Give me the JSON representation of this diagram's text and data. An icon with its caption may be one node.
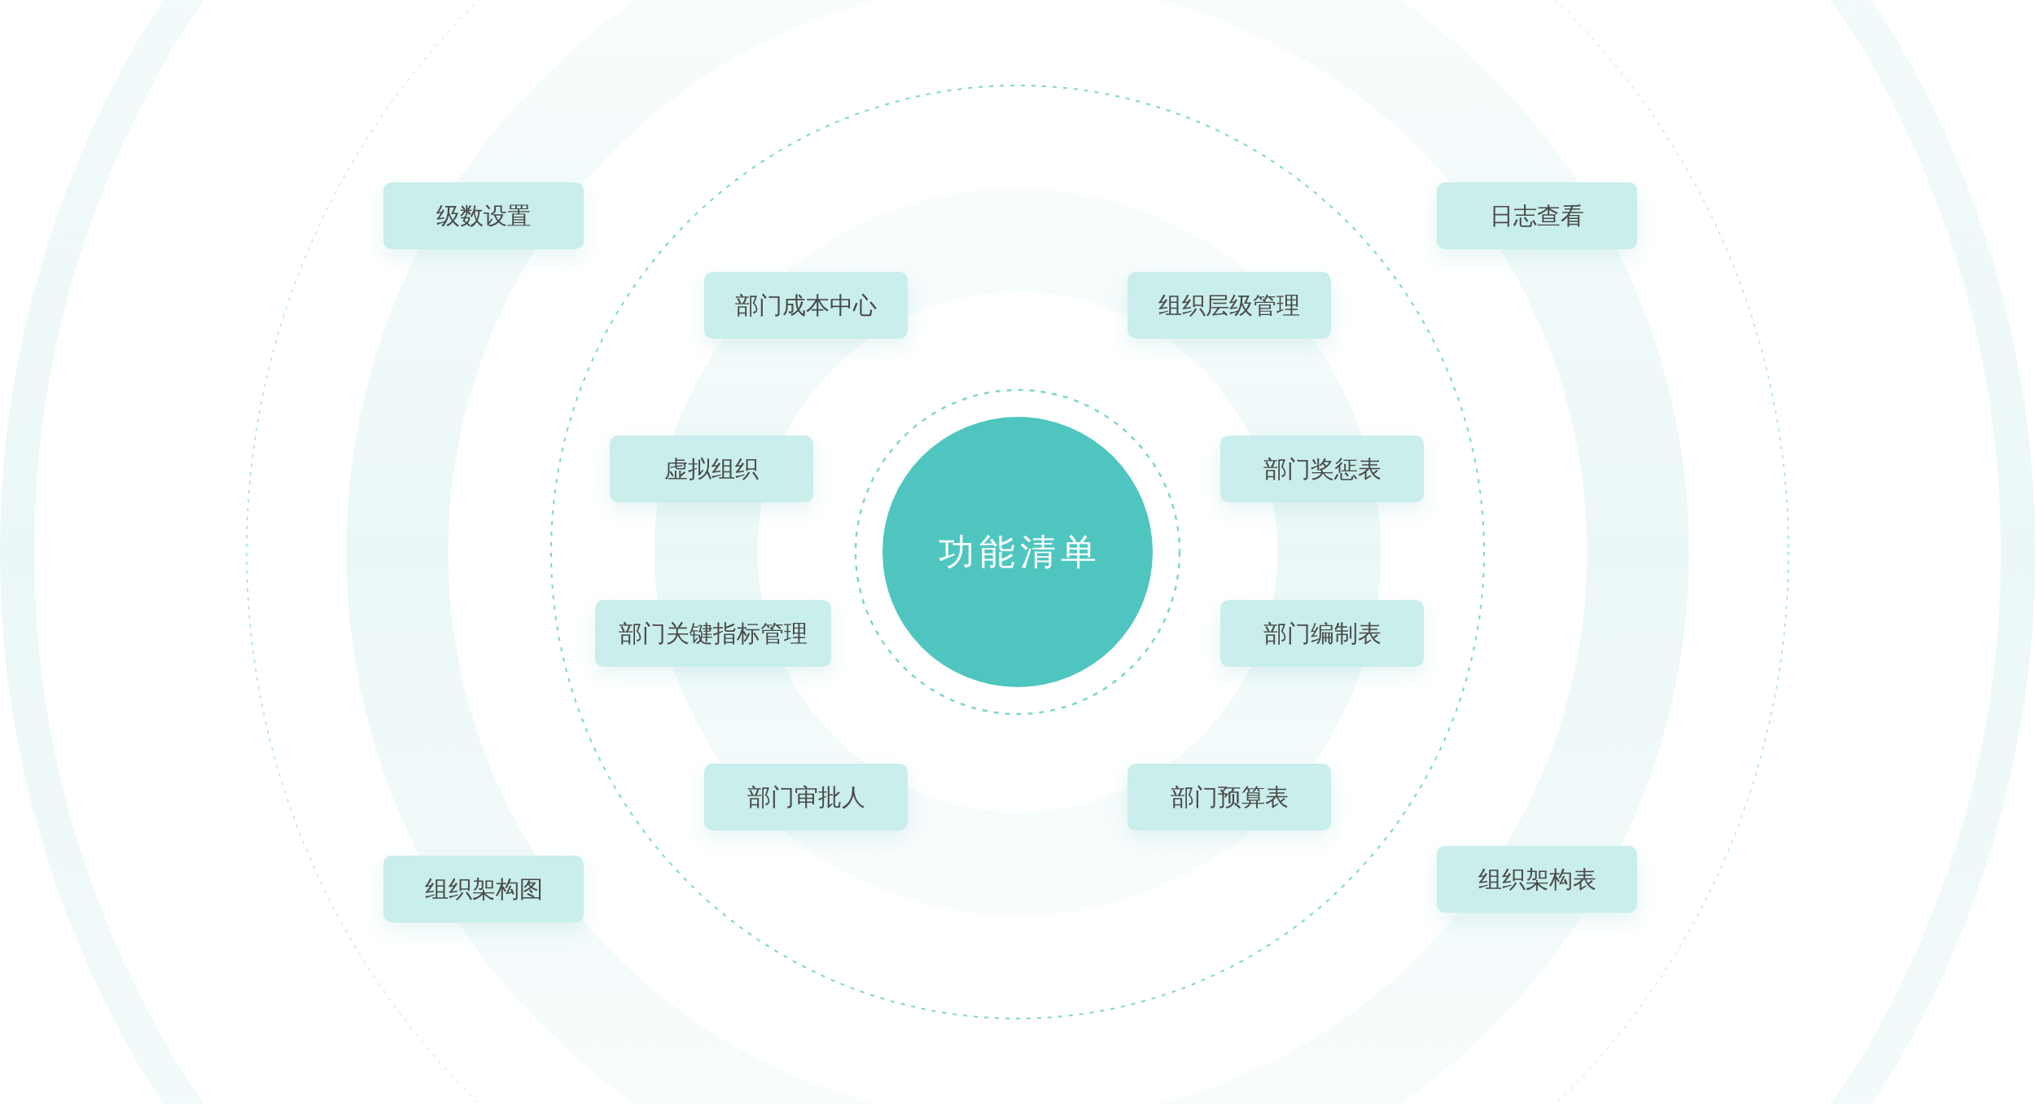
{
  "diagram": {
    "nodes": [
      {
        "text": [
          "功能清单"
        ]
      },
      {
        "text": [
          "级数设置"
        ]
      },
      {
        "text": [
          "日志查看"
        ]
      },
      {
        "text": [
          "部门成本中心"
        ]
      },
      {
        "text": [
          "组织层级管理"
        ]
      },
      {
        "text": [
          "虚拟组织"
        ]
      },
      {
        "text": [
          "部门奖惩表"
        ]
      },
      {
        "text": [
          "部门关键指标管理"
        ]
      },
      {
        "text": [
          "部门编制表"
        ]
      },
      {
        "text": [
          "部门审批人"
        ]
      },
      {
        "text": [
          "部门预算表"
        ]
      },
      {
        "text": [
          "组织架构图"
        ]
      },
      {
        "text": [
          "组织架构表"
        ]
      }
    ]
  }
}
